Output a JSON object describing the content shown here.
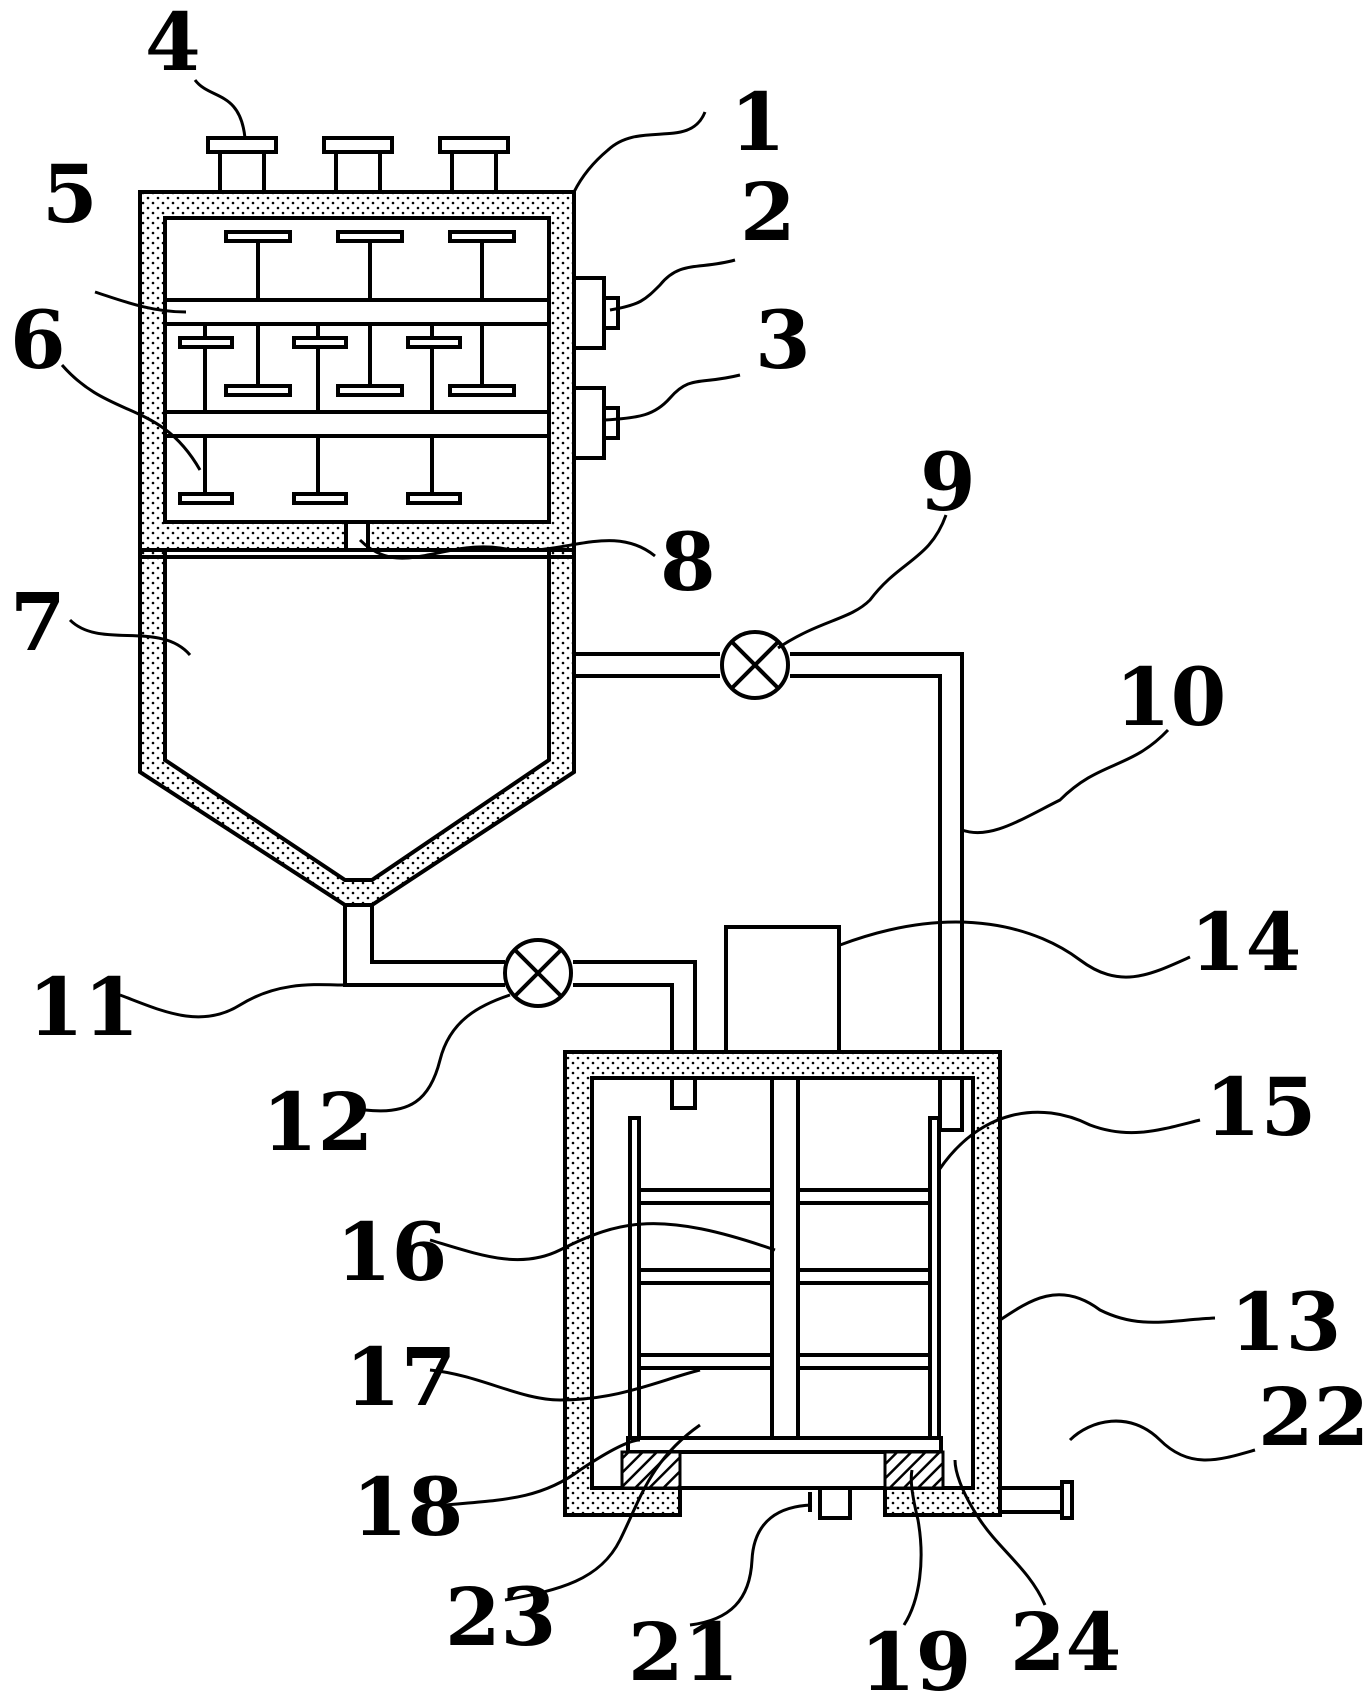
{
  "labels": {
    "l1": "1",
    "l2": "2",
    "l3": "3",
    "l4": "4",
    "l5": "5",
    "l6": "6",
    "l7": "7",
    "l8": "8",
    "l9": "9",
    "l10": "10",
    "l11": "11",
    "l12": "12",
    "l13": "13",
    "l14": "14",
    "l15": "15",
    "l16": "16",
    "l17": "17",
    "l18": "18",
    "l19": "19",
    "l21": "21",
    "l22": "22",
    "l23": "23",
    "l24": "24"
  }
}
